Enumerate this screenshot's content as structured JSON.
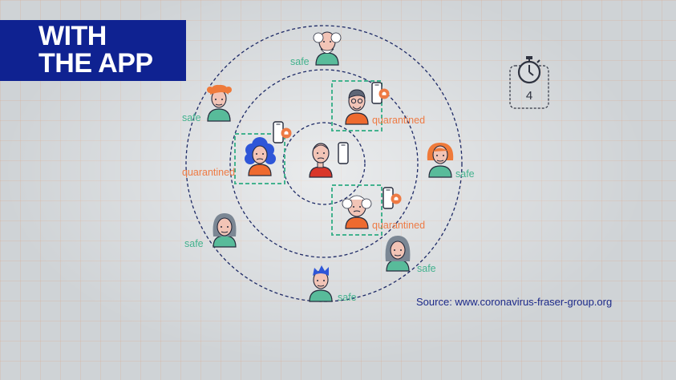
{
  "title": {
    "line1": "WITH",
    "line2": "THE APP"
  },
  "status_labels": {
    "safe": "safe",
    "quarantined": "quarantined"
  },
  "counter": {
    "icon": "stopwatch-icon",
    "value": "4"
  },
  "source": "Source: www.coronavirus-fraser-group.org",
  "colors": {
    "title_bg": "#0f2291",
    "safe": "#43b28e",
    "quarantined": "#ee7b45",
    "infected": "#d9372b",
    "ring": "#1e2a66"
  }
}
